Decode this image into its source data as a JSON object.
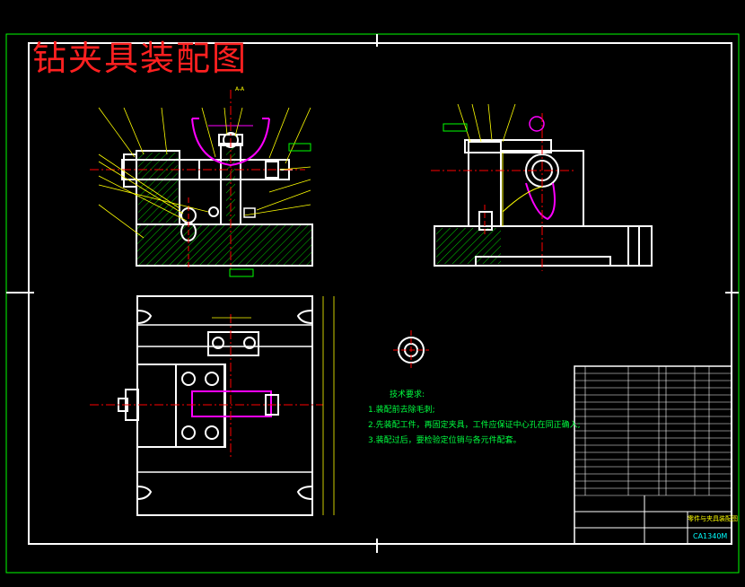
{
  "drawing": {
    "title": "钻夹具装配图",
    "section_label": "A-A",
    "part_name": "零件与夹具装配图",
    "drawing_number": "CA1340M"
  },
  "technical_notes": {
    "heading": "技术要求:",
    "items": [
      "1.装配前去除毛刺;",
      "2.先装配工件，再固定夹具，工件应保证中心孔在同正确入;",
      "3.装配过后，要检验定位销与各元件配套。"
    ]
  },
  "colors": {
    "background": "#000000",
    "outline": "#ffffff",
    "hatch": "#00ff00",
    "leader": "#ffff00",
    "centerline": "#ff0000",
    "highlight": "#ff00ff",
    "title": "#ff2020",
    "notes": "#00ff40",
    "dimension": "#00ffff"
  }
}
